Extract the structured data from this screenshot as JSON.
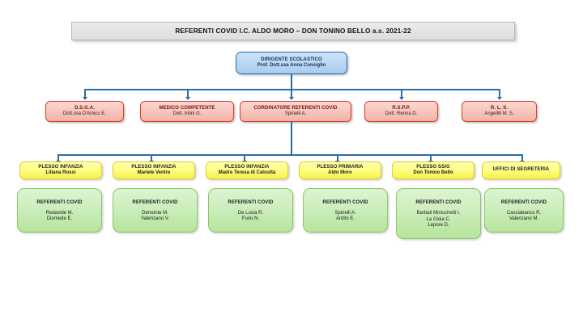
{
  "title": {
    "text": "REFERENTI COVID I.C. ALDO MORO – DON TONINO BELLO  a.s. 2021-22"
  },
  "colors": {
    "connector": "#2a6ea8",
    "root_border": "#1f6fb5",
    "level2_border": "#e0382a",
    "level3_border": "#e3cf1c",
    "level4_border": "#8cc66b",
    "banner_bg": "#e6e6e6"
  },
  "root": {
    "head": "DIRIGENTE SCOLASTICO",
    "sub": "Prof. Dott.ssa Anna Consiglio"
  },
  "level2": [
    {
      "head": "D.S.G.A.",
      "sub": "Dott.ssa D'Amico E."
    },
    {
      "head": "MEDICO COMPETENTE",
      "sub": "Dott. Intini G."
    },
    {
      "head": "CORDINATORE  REFERENTI COVID",
      "sub": "Spinelli A."
    },
    {
      "head": "R.S.P.P.",
      "sub": "Dott.  Renna D."
    },
    {
      "head": "R. L. S.",
      "sub": "Angelilli M. S."
    }
  ],
  "level3": [
    {
      "head": "PLESSO INFANZIA",
      "sub": "Liliana Rossi"
    },
    {
      "head": "PLESSO INFANZIA",
      "sub": "Mariele Ventre"
    },
    {
      "head": "PLESSO INFANZIA",
      "sub": "Madre Teresa di Calcutta"
    },
    {
      "head": "PLESSO PRIMARIA",
      "sub": "Aldo Moro"
    },
    {
      "head": "PLESSO SSIG",
      "sub": "Don Tonino Bello"
    },
    {
      "head": "UFFICI DI SEGRETERIA",
      "sub": ""
    }
  ],
  "level4": [
    {
      "head": "REFERENTI COVID",
      "names": "Redavide M.\nDiomede E."
    },
    {
      "head": "REFERENTI COVID",
      "names": "Demonte M.\nValenzano V."
    },
    {
      "head": "REFERENTI COVID",
      "names": "De Lucia R.\nFurio N."
    },
    {
      "head": "REFERENTI COVID",
      "names": "Spinelli A.\nArdito E."
    },
    {
      "head": "REFERENTI COVID",
      "names": "Barbati Minischetti I.\nLa Gioia C.\nLepore D."
    },
    {
      "head": "REFERENTI COVID",
      "names": "Casciabanco R.\nValenzano M."
    }
  ],
  "chart_data": {
    "type": "diagram",
    "title": "REFERENTI COVID I.C. ALDO MORO – DON TONINO BELLO  a.s. 2021-22",
    "levels": 4,
    "nodes_per_level": [
      1,
      5,
      6,
      6
    ]
  }
}
